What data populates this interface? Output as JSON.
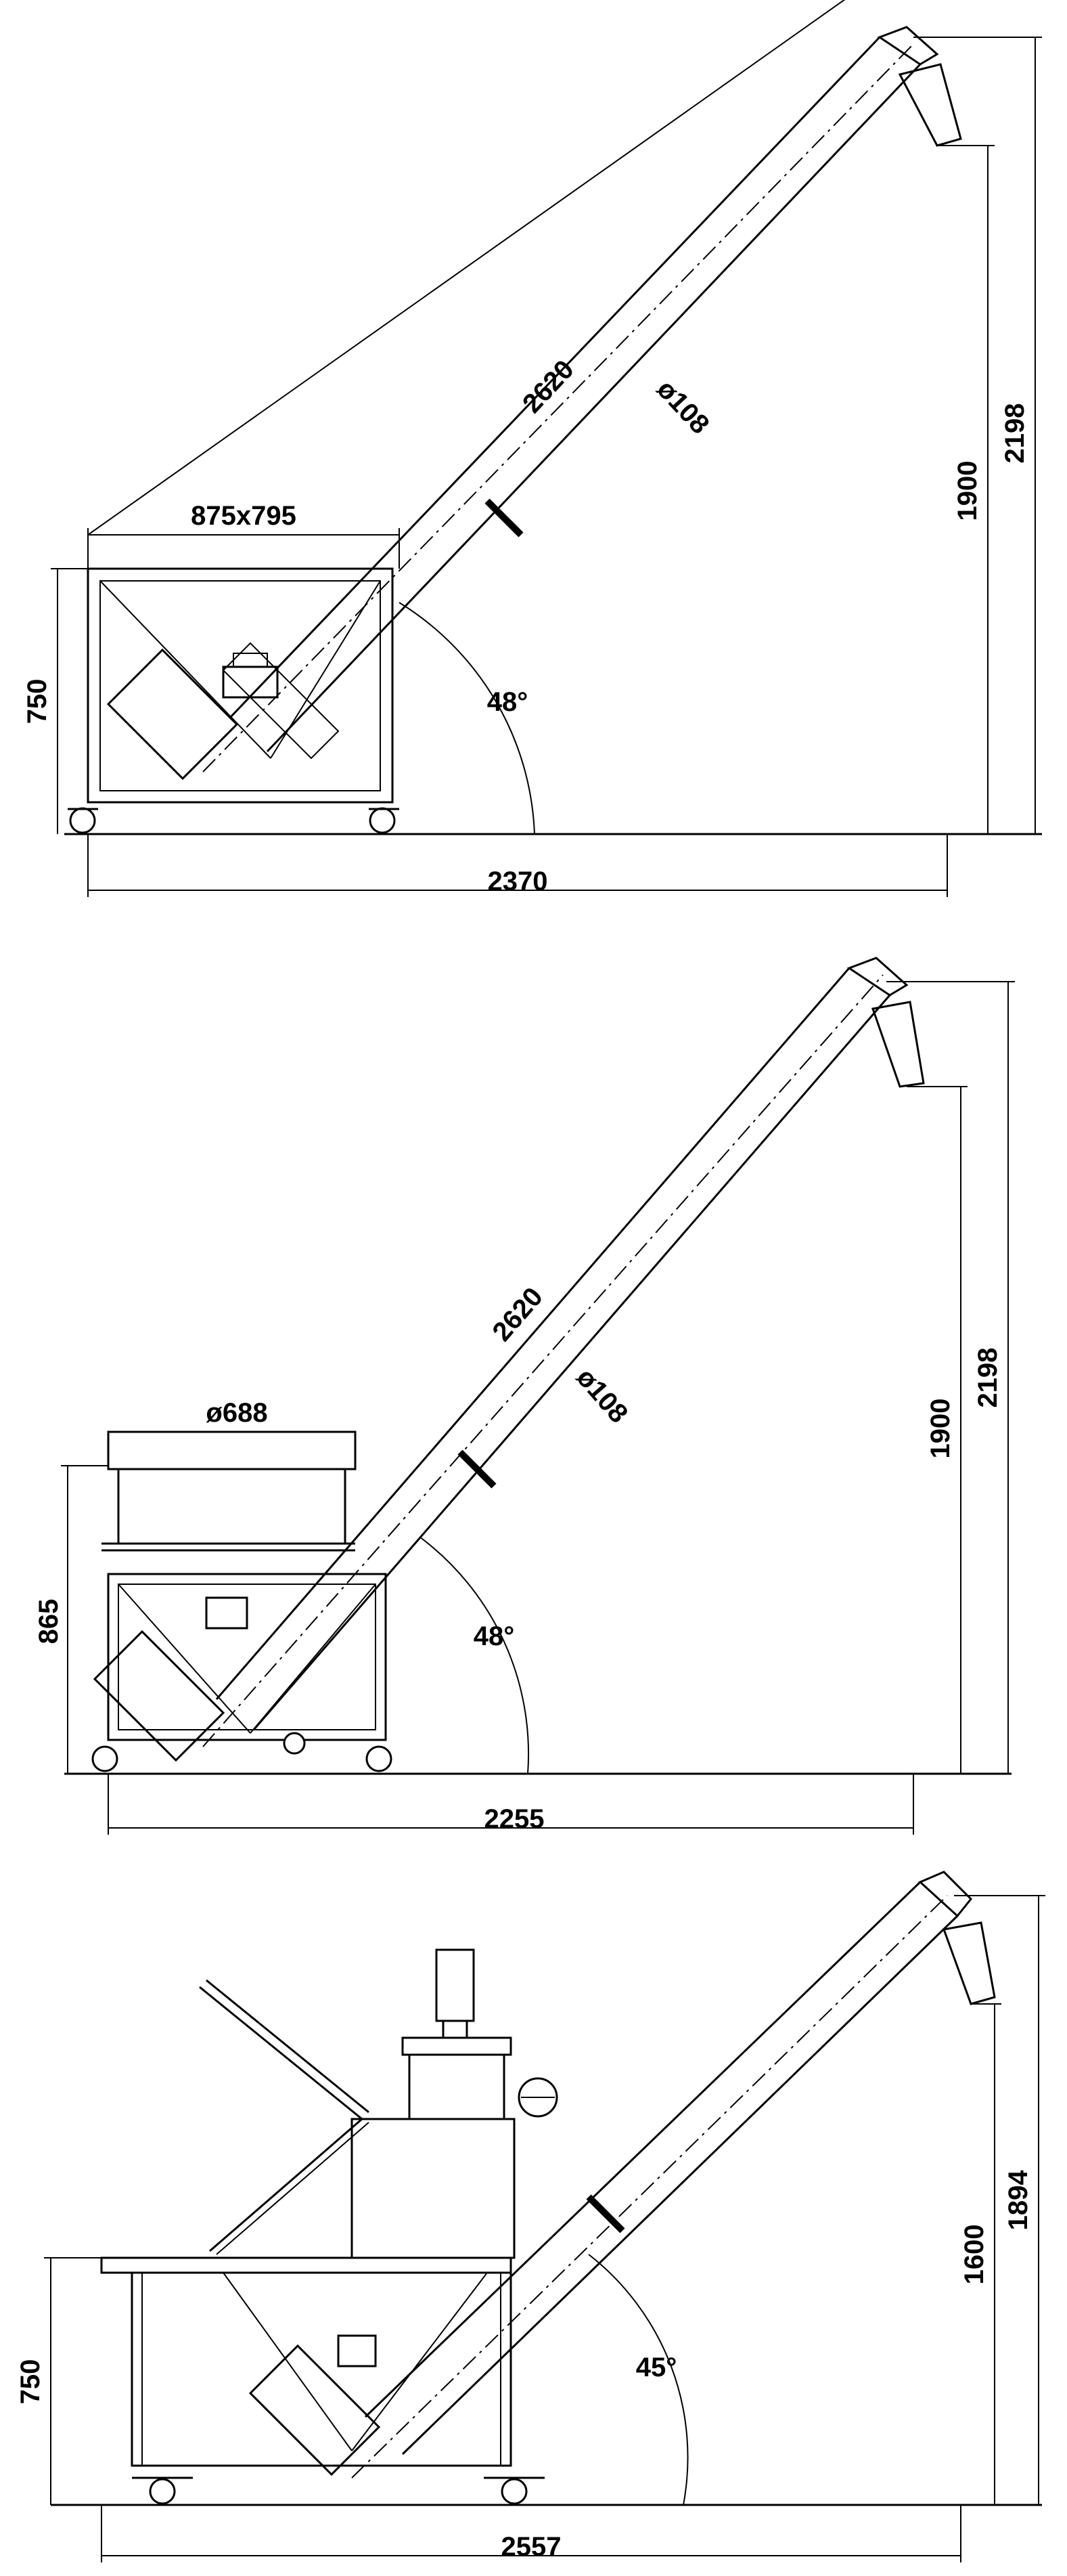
{
  "drawings": [
    {
      "id": "view-1",
      "frame_size": "875x795",
      "height_left": "750",
      "tube_length": "2620",
      "tube_diameter": "ø108",
      "angle": "48°",
      "height_outlet": "1900",
      "height_total": "2198",
      "base_length": "2370"
    },
    {
      "id": "view-2",
      "hopper_diameter": "ø688",
      "height_left": "865",
      "tube_length": "2620",
      "tube_diameter": "ø108",
      "angle": "48°",
      "height_outlet": "1900",
      "height_total": "2198",
      "base_length": "2255"
    },
    {
      "id": "view-3",
      "height_left": "750",
      "angle": "45°",
      "height_outlet": "1600",
      "height_total": "1894",
      "base_length": "2557"
    }
  ]
}
